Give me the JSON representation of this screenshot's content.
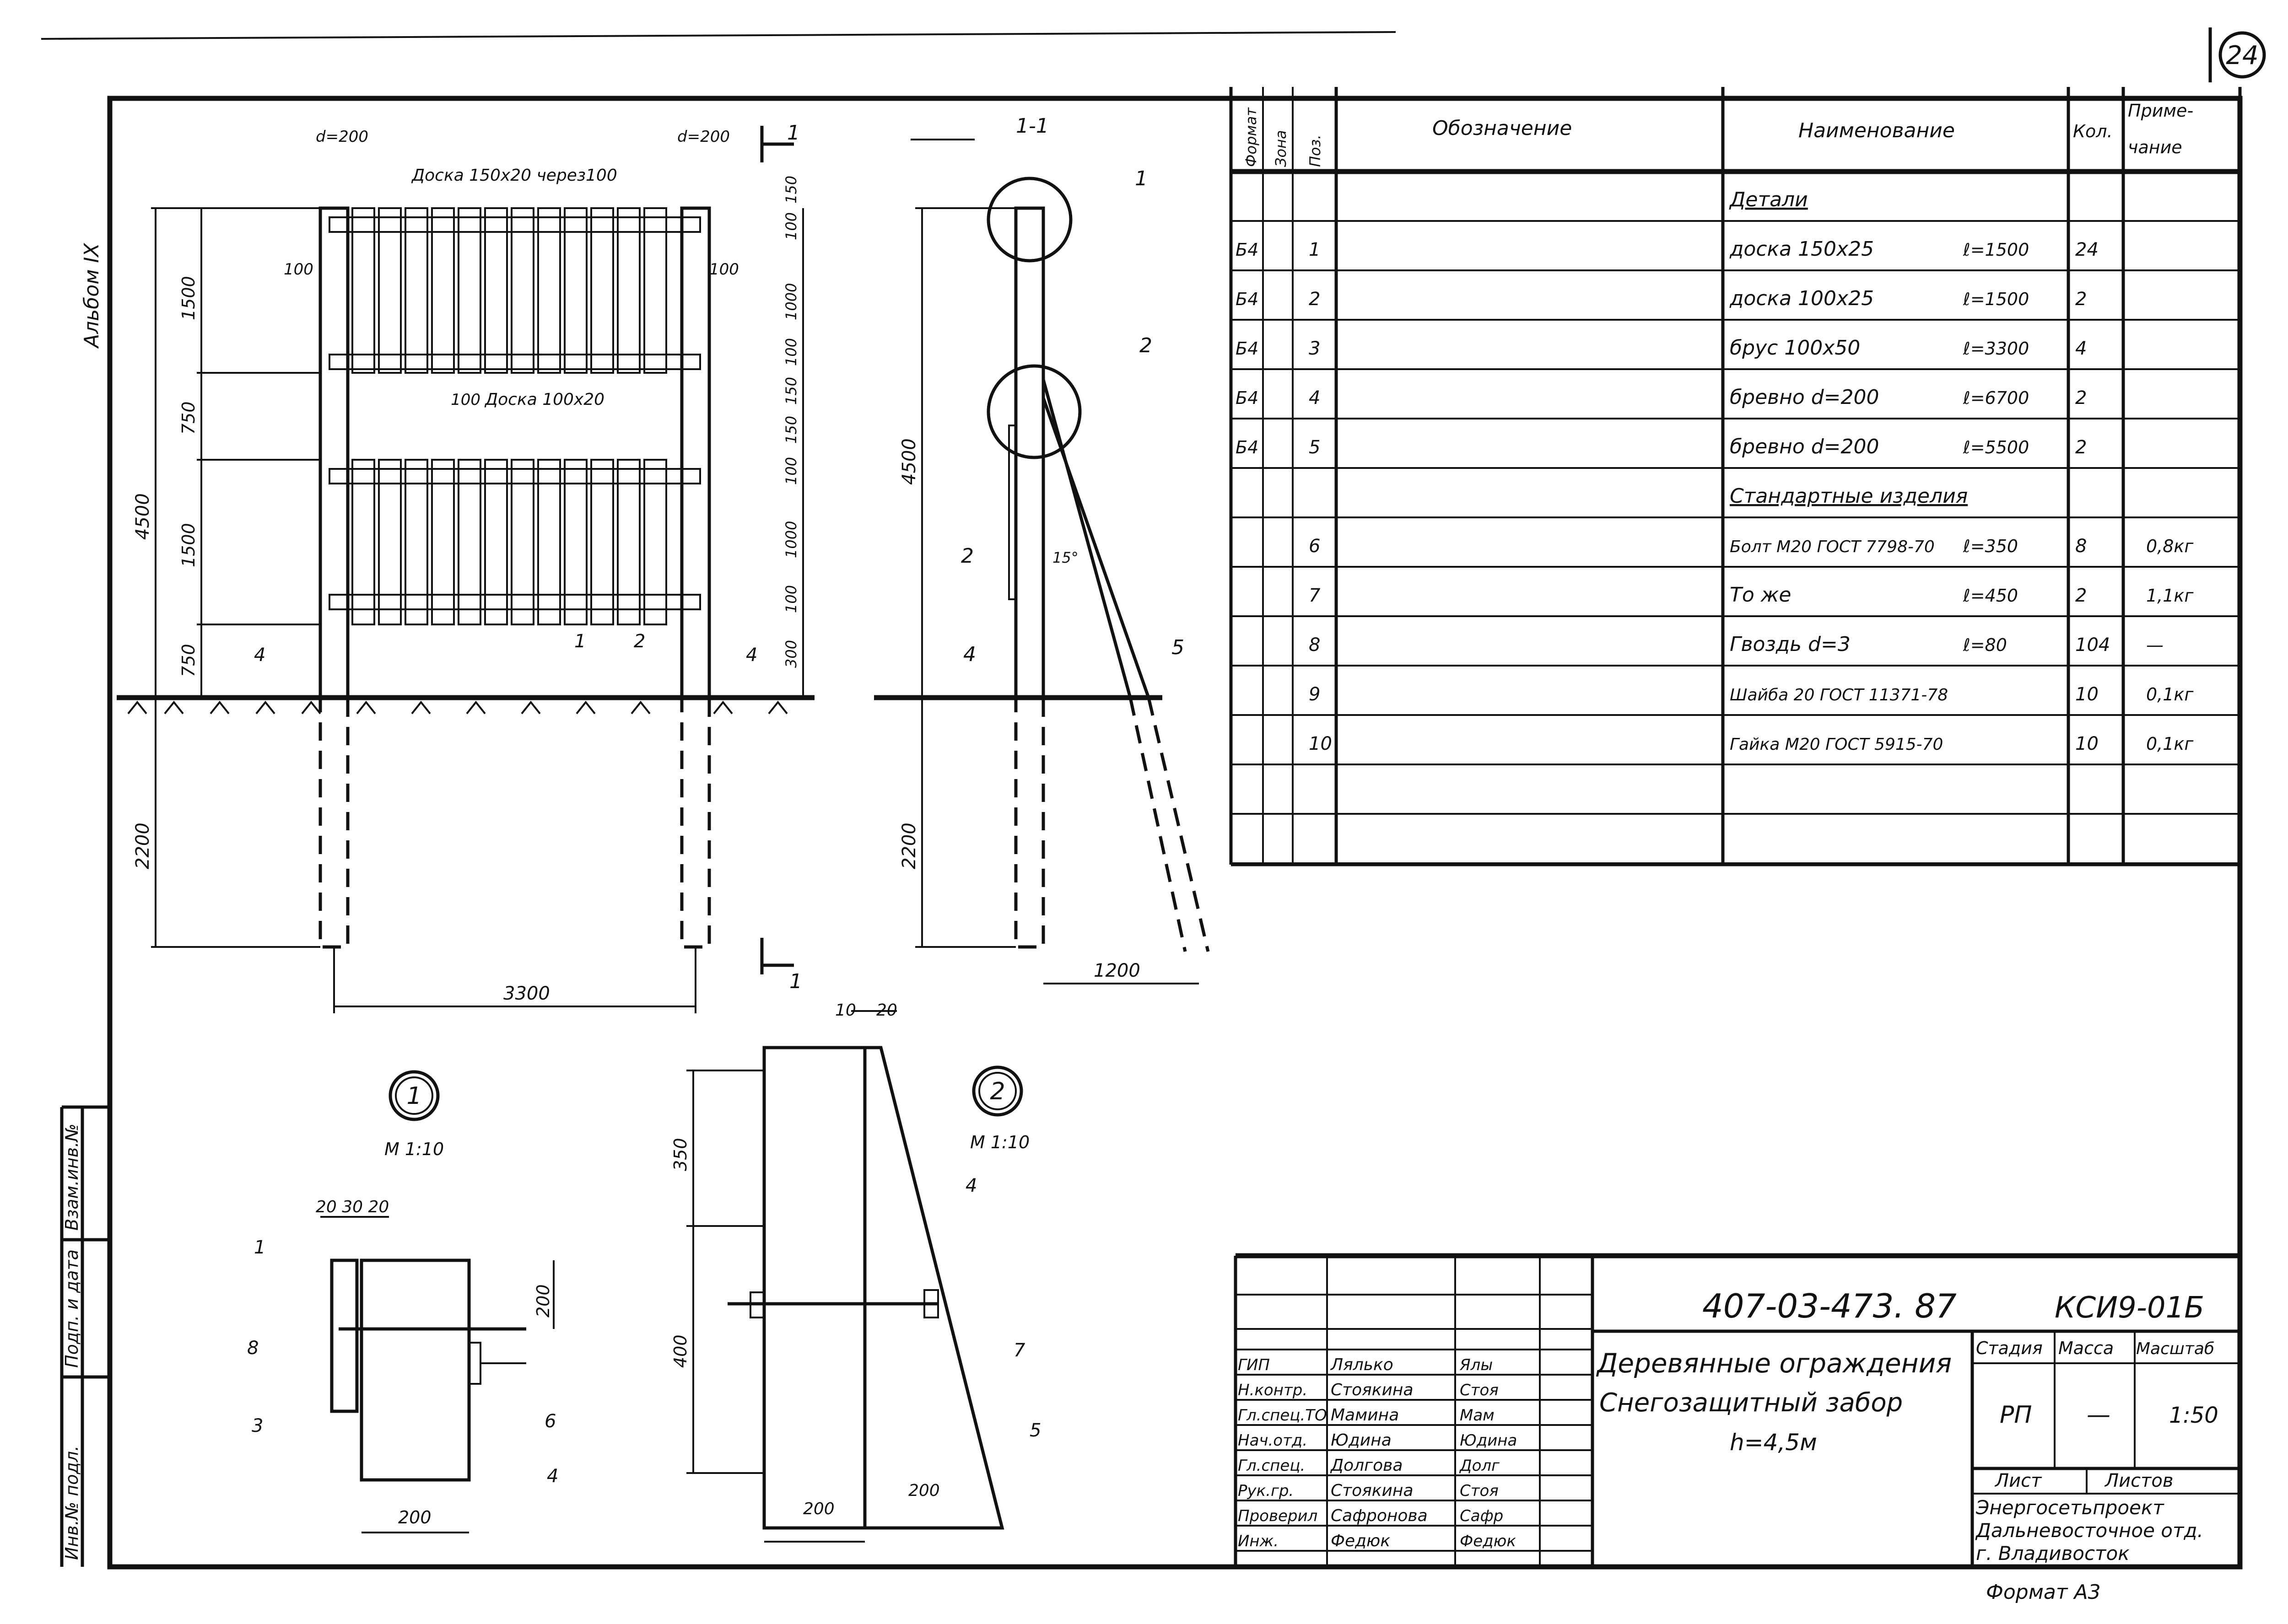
{
  "sheet_number": "24",
  "album_label": "Альбом IX",
  "elevation": {
    "section_mark": "1",
    "board_label": "Доска 150х20 через100",
    "rail_label": "Доска 100х20",
    "post_dia_left": "d=200",
    "post_dia_right": "d=200",
    "dims_left": [
      "1500",
      "750",
      "1500",
      "750",
      "4500",
      "2200"
    ],
    "dims_right": [
      "150",
      "100",
      "1000",
      "100",
      "150",
      "150",
      "100",
      "1000",
      "100",
      "300"
    ],
    "side_100_left": "100",
    "side_100_right": "100",
    "mid_100": "100",
    "width_dim": "3300",
    "callouts": [
      "4",
      "1",
      "2",
      "4"
    ]
  },
  "section": {
    "title": "1-1",
    "dim_height": "4500",
    "dim_depth": "2200",
    "dim_offset": "1200",
    "angle": "15°",
    "callouts": [
      "1",
      "2",
      "2",
      "4",
      "5"
    ]
  },
  "detail1": {
    "mark": "1",
    "scale": "М 1:10",
    "dims_top": "20 30 20",
    "dim_height": "200",
    "dim_width": "200",
    "callouts": [
      "1",
      "8",
      "3",
      "6",
      "4"
    ]
  },
  "detail2": {
    "mark": "2",
    "scale": "М 1:10",
    "dims_top": [
      "10",
      "20"
    ],
    "dim_350": "350",
    "dim_400": "400",
    "dim_200a": "200",
    "dim_200b": "200",
    "callouts": [
      "4",
      "7",
      "5"
    ]
  },
  "spec": {
    "headers": {
      "format": "Формат",
      "zone": "Зона",
      "pos": "Поз.",
      "designation": "Обозначение",
      "name": "Наименование",
      "qty": "Кол.",
      "note": "Приме-\nчание"
    },
    "rows": [
      {
        "fmt": "",
        "pos": "",
        "name": "Детали",
        "len": "",
        "qty": "",
        "note": "",
        "section": true
      },
      {
        "fmt": "Б4",
        "pos": "1",
        "name": "доска 150х25",
        "len": "ℓ=1500",
        "qty": "24",
        "note": ""
      },
      {
        "fmt": "Б4",
        "pos": "2",
        "name": "доска 100х25",
        "len": "ℓ=1500",
        "qty": "2",
        "note": ""
      },
      {
        "fmt": "Б4",
        "pos": "3",
        "name": "брус 100х50",
        "len": "ℓ=3300",
        "qty": "4",
        "note": ""
      },
      {
        "fmt": "Б4",
        "pos": "4",
        "name": "бревно d=200",
        "len": "ℓ=6700",
        "qty": "2",
        "note": ""
      },
      {
        "fmt": "Б4",
        "pos": "5",
        "name": "бревно d=200",
        "len": "ℓ=5500",
        "qty": "2",
        "note": ""
      },
      {
        "fmt": "",
        "pos": "",
        "name": "Стандартные изделия",
        "len": "",
        "qty": "",
        "note": "",
        "section": true
      },
      {
        "fmt": "",
        "pos": "6",
        "name": "Болт М20 ГОСТ 7798-70",
        "len": "ℓ=350",
        "qty": "8",
        "note": "0,8кг"
      },
      {
        "fmt": "",
        "pos": "7",
        "name": "То же",
        "len": "ℓ=450",
        "qty": "2",
        "note": "1,1кг"
      },
      {
        "fmt": "",
        "pos": "8",
        "name": "Гвоздь d=3",
        "len": "ℓ=80",
        "qty": "104",
        "note": "—"
      },
      {
        "fmt": "",
        "pos": "9",
        "name": "Шайба 20 ГОСТ 11371-78",
        "len": "",
        "qty": "10",
        "note": "0,1кг"
      },
      {
        "fmt": "",
        "pos": "10",
        "name": "Гайка М20 ГОСТ 5915-70",
        "len": "",
        "qty": "10",
        "note": "0,1кг"
      },
      {
        "fmt": "",
        "pos": "",
        "name": "",
        "len": "",
        "qty": "",
        "note": ""
      },
      {
        "fmt": "",
        "pos": "",
        "name": "",
        "len": "",
        "qty": "",
        "note": ""
      }
    ]
  },
  "title_block": {
    "doc_code": "407-03-473. 87",
    "sheet_code": "КСИ9-01Б",
    "title_line1": "Деревянные ограждения",
    "title_line2": "Снегозащитный забор",
    "title_line3": "h=4,5м",
    "stage_label": "Стадия",
    "mass_label": "Масса",
    "scale_label": "Масштаб",
    "stage": "РП",
    "mass": "—",
    "scale": "1:50",
    "sheet_label": "Лист",
    "sheets_label": "Листов",
    "org_line1": "Энергосетьпроект",
    "org_line2": "Дальневосточное отд.",
    "org_line3": "г. Владивосток",
    "staff": [
      {
        "role": "ГИП",
        "name": "Лялько",
        "sign": "Ялы"
      },
      {
        "role": "Н.контр.",
        "name": "Стоякина",
        "sign": "Стоя"
      },
      {
        "role": "Гл.спец.ТО",
        "name": "Мамина",
        "sign": "Мам"
      },
      {
        "role": "Нач.отд.",
        "name": "Юдина",
        "sign": "Юдина"
      },
      {
        "role": "Гл.спец.",
        "name": "Долгова",
        "sign": "Долг"
      },
      {
        "role": "Рук.гр.",
        "name": "Стоякина",
        "sign": "Стоя"
      },
      {
        "role": "Проверил",
        "name": "Сафронова",
        "sign": "Сафр"
      },
      {
        "role": "Инж.",
        "name": "Федюк",
        "sign": "Федюк"
      }
    ]
  },
  "side_stamp": [
    "Инв.№ подл.",
    "Подп. и дата",
    "Взам.инв.№"
  ],
  "format_label": "Формат А3"
}
